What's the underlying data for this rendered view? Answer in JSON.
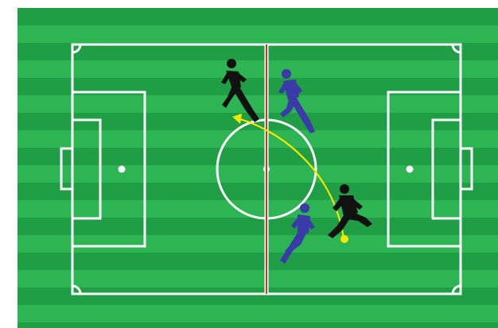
{
  "diagram": {
    "type": "soccer-pitch-tactical",
    "pitch_colors": {
      "stripe_dark": "#1f9e45",
      "stripe_light": "#2db453",
      "lines": "#ffffff",
      "offside_line": "#c0392b"
    },
    "team_colors": {
      "dark_team": "#111111",
      "blue_team": "#3a3aa8"
    },
    "players": [
      {
        "team": "dark",
        "pose": "running-left"
      },
      {
        "team": "blue",
        "pose": "running-right"
      },
      {
        "team": "dark",
        "pose": "kicking"
      },
      {
        "team": "blue",
        "pose": "running-left"
      }
    ],
    "ball": {
      "color": "#f5e800"
    },
    "pass_arrow": {
      "color": "#f5e800",
      "direction": "backward-left"
    }
  }
}
